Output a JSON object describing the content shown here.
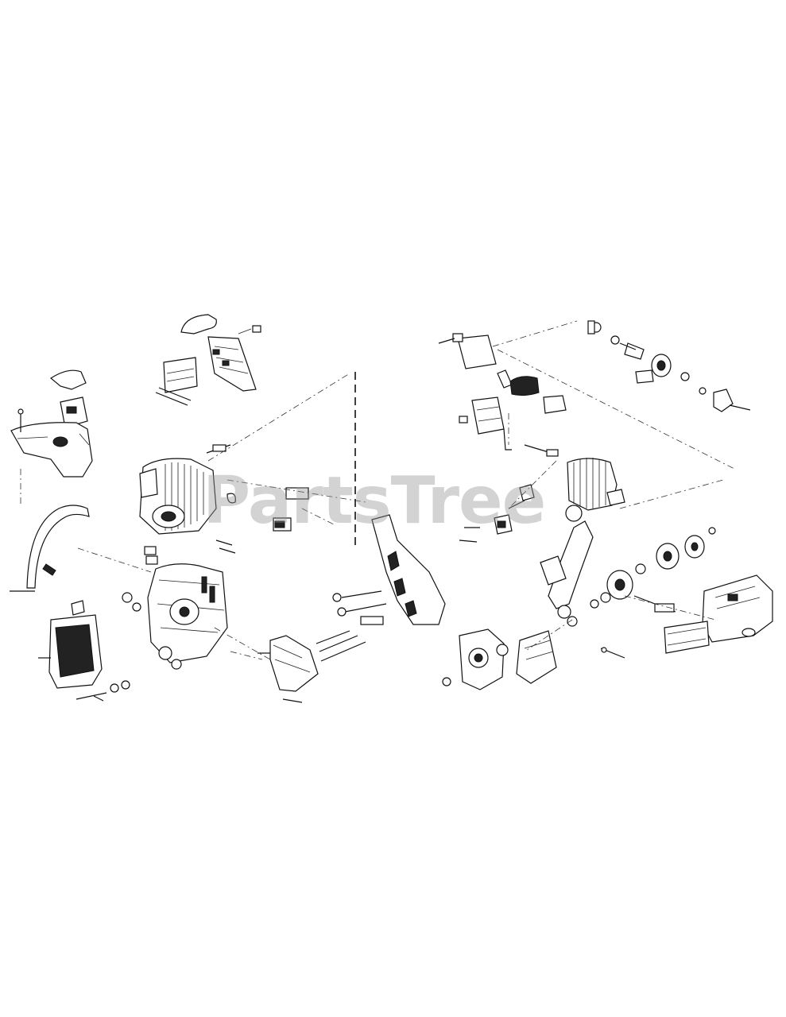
{
  "watermark": {
    "text": "PartsTree"
  },
  "diagram": {
    "left_assembly": "left-exploded-assembly",
    "right_assembly": "right-exploded-assembly"
  },
  "colors": {
    "ink": "#111111",
    "watermark": "#969696",
    "background": "#ffffff"
  }
}
